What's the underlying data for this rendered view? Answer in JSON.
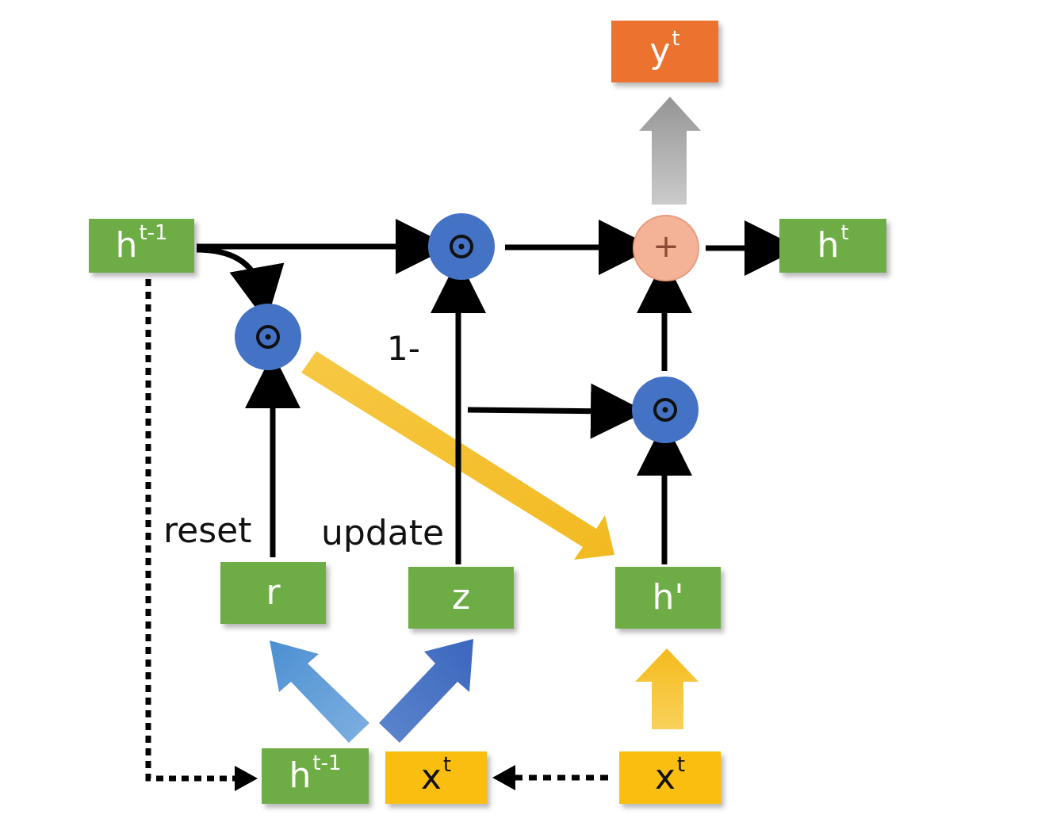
{
  "nodes": {
    "h_prev_top": {
      "base": "h",
      "sup": "t-1"
    },
    "h_out": {
      "base": "h",
      "sup": "t"
    },
    "y_out": {
      "base": "y",
      "sup": "t"
    },
    "reset_gate": "r",
    "update_gate": "z",
    "candidate": "h'",
    "h_prev_bottom": {
      "base": "h",
      "sup": "t-1"
    },
    "x_mid": {
      "base": "x",
      "sup": "t"
    },
    "x_right": {
      "base": "x",
      "sup": "t"
    }
  },
  "labels": {
    "reset": "reset",
    "update": "update",
    "one_minus": "1-"
  },
  "operators": {
    "mul": "elementwise-multiply",
    "add": "+"
  },
  "colors": {
    "green": "#6eac46",
    "yellow": "#f9be0f",
    "orange": "#ec7230",
    "blue_node": "#4472c4",
    "add_node": "#f4b396",
    "gray_arrow": "#9e9e9e",
    "blue_arrow": "#4a86c8"
  }
}
